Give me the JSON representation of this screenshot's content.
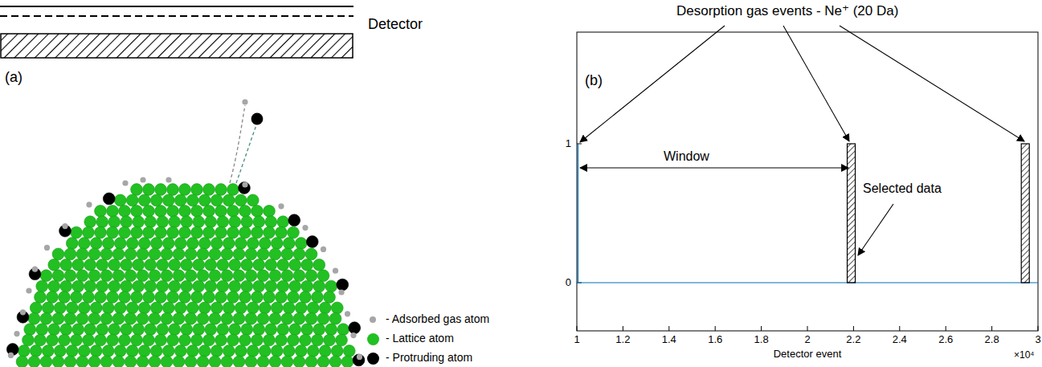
{
  "diagram": {
    "labels": [
      "Detector",
      "(a)",
      "(b)",
      "Desorption gas events - Ne⁺ (20 Da)",
      "Window",
      "Selected data",
      "Detector event",
      "×10⁴",
      "1",
      "1.2",
      "1.4",
      "1.6",
      "1.8",
      "2",
      "2.2",
      "2.4",
      "2.6",
      "2.8",
      "3",
      "0",
      "1"
    ],
    "legend": [
      {
        "text": "- Adsorbed gas atom",
        "color": "#a6a6a6"
      },
      {
        "text": "- Lattice atom",
        "color": "#22c022"
      },
      {
        "text": "- Protruding atom",
        "color": "#000000"
      }
    ]
  }
}
